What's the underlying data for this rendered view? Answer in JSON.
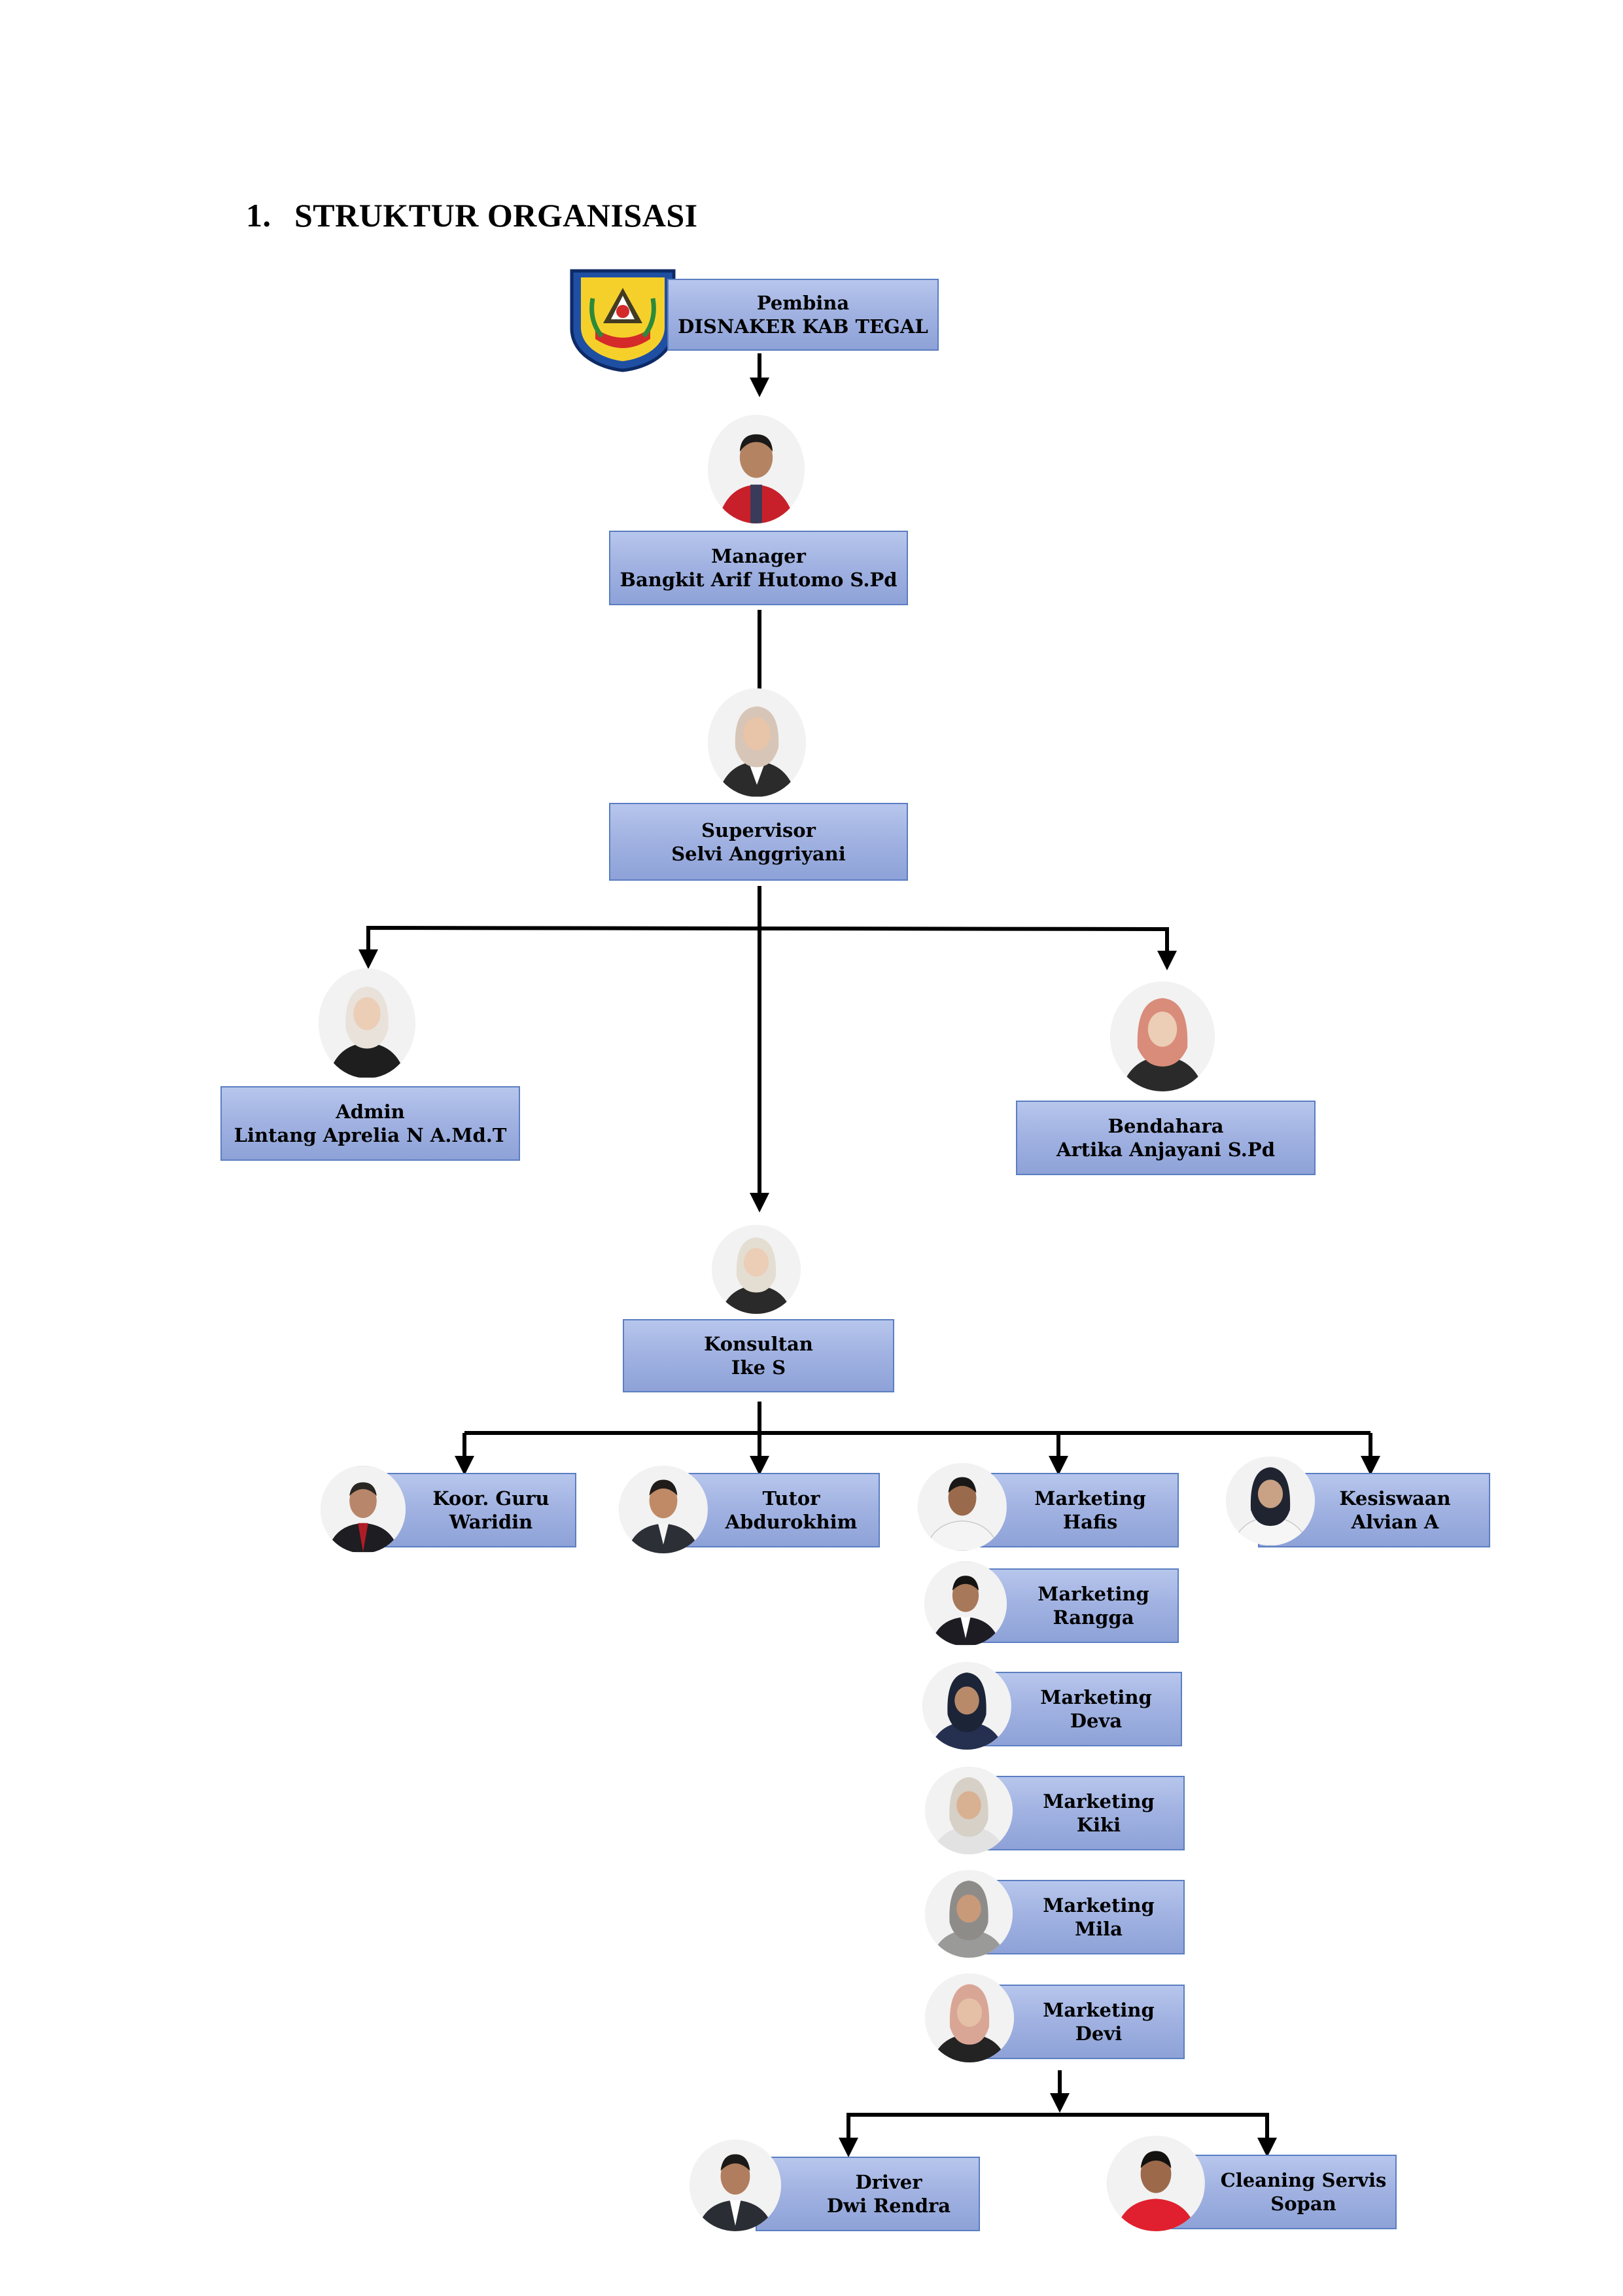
{
  "heading": {
    "number": "1.",
    "text": "STRUKTUR ORGANISASI"
  },
  "nodes": {
    "pembina": {
      "role": "Pembina",
      "name": "DISNAKER KAB TEGAL"
    },
    "manager": {
      "role": "Manager",
      "name": "Bangkit Arif  Hutomo S.Pd"
    },
    "supervisor": {
      "role": "Supervisor",
      "name": "Selvi Anggriyani"
    },
    "admin": {
      "role": "Admin",
      "name": "Lintang Aprelia N A.Md.T"
    },
    "bendahara": {
      "role": "Bendahara",
      "name": "Artika Anjayani S.Pd"
    },
    "konsultan": {
      "role": "Konsultan",
      "name": "Ike S"
    },
    "koor_guru": {
      "role": "Koor. Guru",
      "name": "Waridin"
    },
    "tutor": {
      "role": "Tutor",
      "name": "Abdurokhim"
    },
    "marketing_hafis": {
      "role": "Marketing",
      "name": "Hafis"
    },
    "marketing_rangga": {
      "role": "Marketing",
      "name": "Rangga"
    },
    "marketing_deva": {
      "role": "Marketing",
      "name": "Deva"
    },
    "marketing_kiki": {
      "role": "Marketing",
      "name": "Kiki"
    },
    "marketing_mila": {
      "role": "Marketing",
      "name": "Mila"
    },
    "marketing_devi": {
      "role": "Marketing",
      "name": "Devi"
    },
    "kesiswaan": {
      "role": "Kesiswaan",
      "name": "Alvian A"
    },
    "driver": {
      "role": "Driver",
      "name": "Dwi Rendra"
    },
    "cleaning": {
      "role": "Cleaning Servis",
      "name": "Sopan"
    }
  },
  "colors": {
    "box_fill": "#a2b3e2",
    "box_border": "#5b7ec2",
    "connector": "#000000"
  }
}
